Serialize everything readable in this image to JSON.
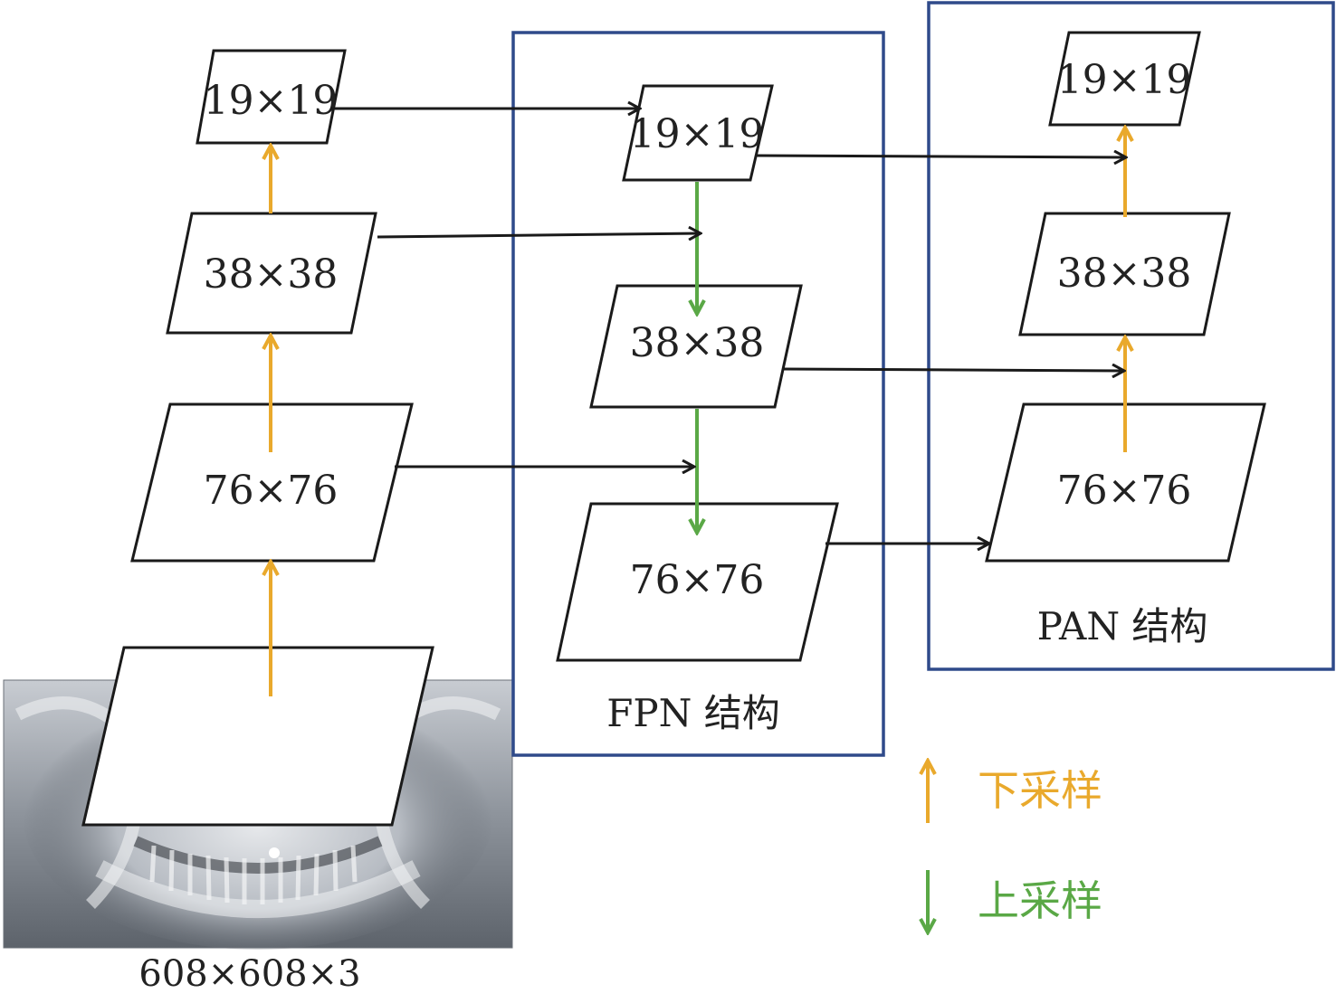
{
  "input": {
    "size_label": "608×608×3"
  },
  "backbone": {
    "levels": [
      "19×19",
      "38×38",
      "76×76"
    ]
  },
  "fpn": {
    "title": "FPN 结构",
    "levels": [
      "19×19",
      "38×38",
      "76×76"
    ]
  },
  "pan": {
    "title": "PAN 结构",
    "levels": [
      "19×19",
      "38×38",
      "76×76"
    ]
  },
  "legend": {
    "downsample": {
      "label": "下采样",
      "color": "#e9a92c",
      "icon": "arrow-up-icon"
    },
    "upsample": {
      "label": "上采样",
      "color": "#5aa846",
      "icon": "arrow-down-icon"
    }
  },
  "colors": {
    "box_border": "#2f4a8a",
    "edge": "#1a1a1a"
  }
}
